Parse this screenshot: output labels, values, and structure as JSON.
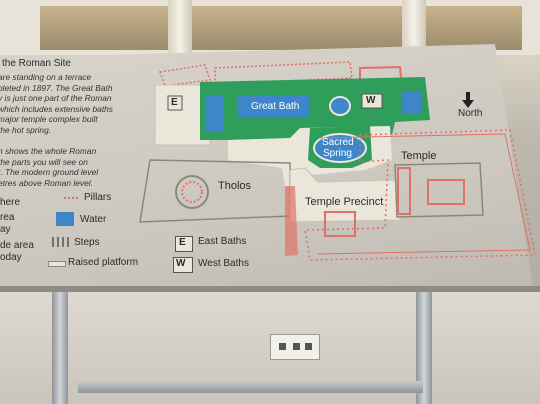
{
  "sign": {
    "title_fragment": "the Roman Site",
    "intro_lines": [
      "are standing on a terrace",
      "pleted in 1897. The Great Bath",
      "y is just one part of the Roman",
      "which includes extensive baths",
      "major temple complex built",
      "the hot spring.",
      "",
      "n shows the whole Roman",
      "the parts you will see on",
      "t. The modern ground level",
      "etres above Roman level."
    ],
    "map_labels": {
      "great_bath": "Great Bath",
      "sacred_spring_1": "Sacred",
      "sacred_spring_2": "Spring",
      "tholos": "Tholos",
      "temple": "Temple",
      "temple_precinct": "Temple Precinct",
      "north": "North",
      "east_marker": "E",
      "west_marker": "W"
    },
    "legend": {
      "where_fragment": "here",
      "area_fragment": "rea",
      "today_fragment_1": "ay",
      "side_area_fragment": "de area",
      "today_fragment_2": "oday",
      "pillars": "Pillars",
      "water": "Water",
      "steps": "Steps",
      "raised_platform": "Raised platform",
      "east_baths_key": "E",
      "east_baths": "East Baths",
      "west_baths_key": "W",
      "west_baths": "West Baths"
    },
    "colors": {
      "green": "#2e9e5a",
      "water": "#3f86c9",
      "pillars": "#e0706a",
      "platform": "#eae6da"
    }
  }
}
